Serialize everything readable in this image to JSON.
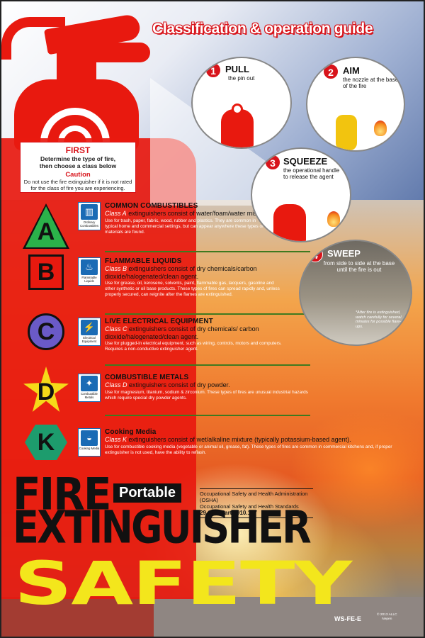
{
  "header": {
    "title": "Classification & operation guide"
  },
  "first_box": {
    "heading": "FIRST",
    "line1": "Determine the type of fire,",
    "line2": "then choose a class below",
    "caution": "Caution",
    "caution_text": "Do not use the fire extinguisher if it is not rated for the class of fire you are experiencing."
  },
  "classes": [
    {
      "letter": "A",
      "icon_caption": "Ordinary Combustibles",
      "title": "COMMON COMBUSTIBLES",
      "sub_prefix": "Class A",
      "sub_rest": " extinguishers consist of water/foam/water mist.",
      "desc": "Use for trash, paper, fabric, wood, rubber and plastics. They are common in typical home and commercial settings, but can appear anywhere these types of materials are found."
    },
    {
      "letter": "B",
      "icon_caption": "Flammable Liquids",
      "title": "FLAMMABLE LIQUIDS",
      "sub_prefix": "Class B",
      "sub_rest": " extinguishers consist of dry chemicals/carbon dioxide/halogenated/clean agent.",
      "desc": "Use for grease, oil, kerosene, solvents, paint, flammable gas, lacquers, gasoline and other synthetic or oil base products. These types of fires can spread rapidly and, unless properly secured, can reignite after the flames are extinguished."
    },
    {
      "letter": "C",
      "icon_caption": "Electrical Equipment",
      "title": "LIVE ELECTRICAL EQUIPMENT",
      "sub_prefix": "Class C",
      "sub_rest": " extinguishers consist of dry chemicals/ carbon dioxide/halogenated/clean agent.",
      "desc": "Use for plugged-in electrical equipment, such as wiring, controls, motors and computers. Requires a non-conductive extinguisher agent."
    },
    {
      "letter": "D",
      "icon_caption": "Combustible Metals",
      "title": "COMBUSTIBLE METALS",
      "sub_prefix": "Class D",
      "sub_rest": " extinguishers consist of dry powder.",
      "desc": "Use for magnesium, titanium, sodium & zirconium. These types of fires are unusual industrial hazards which require special dry powder agents."
    },
    {
      "letter": "K",
      "icon_caption": "Cooking Media",
      "title": "Cooking Media",
      "sub_prefix": "Class K",
      "sub_rest": " extinguishers consist of wet/alkaline mixture (typically potassium-based agent).",
      "desc": "Use for combustible cooking media (vegetable or animal oil, grease, fat). These types of fires are common in commercial kitchens and, if proper extinguisher is not used, have the ability to reflash."
    }
  ],
  "steps": [
    {
      "num": "1",
      "name": "PULL",
      "desc": "the pin out"
    },
    {
      "num": "2",
      "name": "AIM",
      "desc": "the nozzle at the base of the fire"
    },
    {
      "num": "3",
      "name": "SQUEEZE",
      "desc": "the operational handle to release the agent"
    },
    {
      "num": "4",
      "name": "SWEEP",
      "desc": "from side to side at the base until the fire is out",
      "note": "*After fire is extinguished, watch carefully for several minutes for possible flare-ups."
    }
  ],
  "title": {
    "fire": "FIRE",
    "portable": "Portable",
    "extinguisher": "EXTINGUISHER",
    "safety": "SAFETY"
  },
  "osha": {
    "line1": "Occupational Safety and Health Administration (OSHA)",
    "line2": "Occupational Safety and Health Standards",
    "line3": "29 CFR Part 1910.157"
  },
  "footer": {
    "code": "WS-FE-E",
    "copyright": "© 2013 ALLC",
    "copyright2": "Nepen"
  },
  "colors": {
    "red": "#e8190f",
    "class_a": "#2bb24a",
    "class_b": "#e8190f",
    "class_c": "#6a5ac8",
    "class_d": "#f6d919",
    "class_k": "#1d9c6d",
    "safety_yellow": "#f3e61c"
  },
  "icons": [
    "fire-extinguisher-icon",
    "ordinary-combustibles-icon",
    "flammable-liquids-icon",
    "electrical-equipment-icon",
    "combustible-metals-icon",
    "cooking-media-icon"
  ]
}
